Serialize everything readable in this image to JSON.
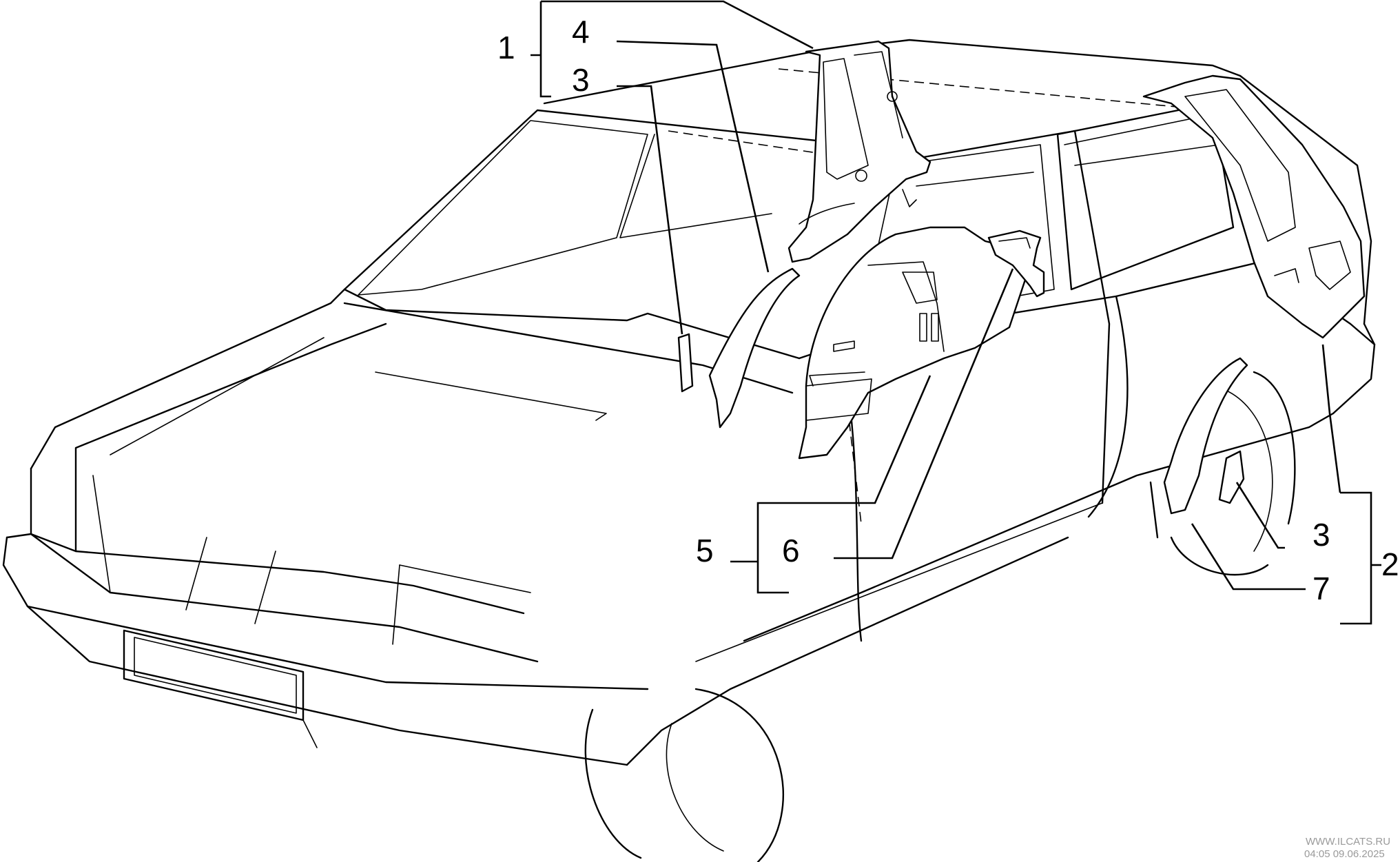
{
  "callouts": {
    "c1": "1",
    "c4": "4",
    "c3a": "3",
    "c5": "5",
    "c6": "6",
    "c3b": "3",
    "c7": "7",
    "c2": "2"
  },
  "watermark": {
    "site": "WWW.ILCATS.RU",
    "stamp": "04:05 09.06.2025"
  }
}
